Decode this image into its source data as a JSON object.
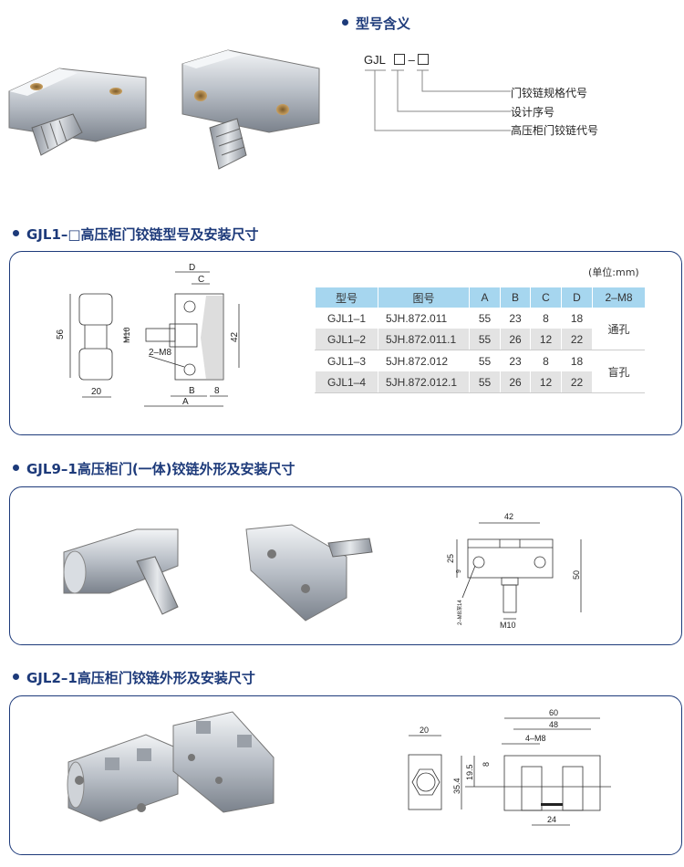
{
  "model_meaning": {
    "title": "型号含义",
    "code_prefix": "GJL",
    "code_dash": "–",
    "labels": [
      "门铰链规格代号",
      "设计序号",
      "高压柜门铰链代号"
    ]
  },
  "section1": {
    "title": "GJL1–□高压柜门铰链型号及安装尺寸",
    "unit": "(单位:mm)",
    "drawing_labels": {
      "h56": "56",
      "w20": "20",
      "d": "D",
      "c": "C",
      "m10": "M10",
      "m8": "2–M8",
      "h42": "42",
      "b": "B",
      "e8": "8",
      "a": "A"
    },
    "table": {
      "headers": [
        "型号",
        "图号",
        "A",
        "B",
        "C",
        "D",
        "2–M8"
      ],
      "rows": [
        [
          "GJL1–1",
          "5JH.872.011",
          "55",
          "23",
          "8",
          "18"
        ],
        [
          "GJL1–2",
          "5JH.872.011.1",
          "55",
          "26",
          "12",
          "22"
        ],
        [
          "GJL1–3",
          "5JH.872.012",
          "55",
          "23",
          "8",
          "18"
        ],
        [
          "GJL1–4",
          "5JH.872.012.1",
          "55",
          "26",
          "12",
          "22"
        ]
      ],
      "hole_types": [
        "通孔",
        "盲孔"
      ]
    }
  },
  "section2": {
    "title": "GJL9–1高压柜门(一体)铰链外形及安装尺寸",
    "drawing_labels": {
      "w42": "42",
      "h25": "25",
      "h9": "9",
      "m8": "2–M8深14",
      "h50": "50",
      "m10": "M10"
    }
  },
  "section3": {
    "title": "GJL2–1高压柜门铰链外形及安装尺寸",
    "drawing_labels": {
      "w20": "20",
      "w60": "60",
      "w48": "48",
      "m8": "4–M8",
      "h8": "8",
      "h19": "19.5",
      "h35": "35.4",
      "w24": "24"
    }
  }
}
